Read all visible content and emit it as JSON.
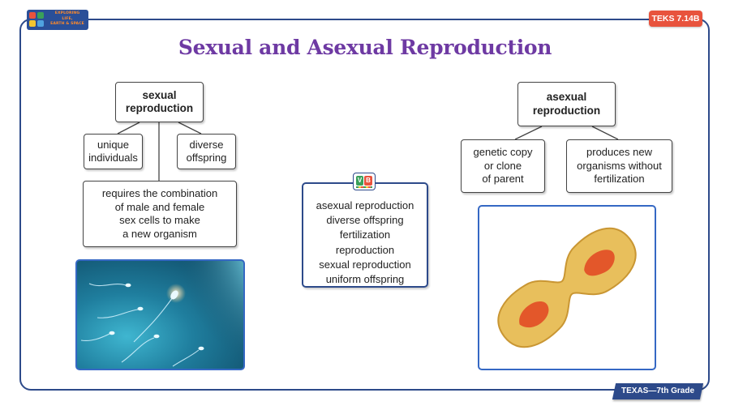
{
  "header": {
    "logo_text": "EXPLORING\nLIFE,\nEARTH & SPACE",
    "teks_badge": "TEKS 7.14B",
    "title": "Sexual and Asexual Reproduction"
  },
  "sexual": {
    "head": "sexual\nreproduction",
    "children": [
      "unique\nindividuals",
      "diverse\noffspring"
    ],
    "detail": "requires the combination\nof male and female\nsex cells to make\na new organism"
  },
  "asexual": {
    "head": "asexual\nreproduction",
    "children": [
      "genetic copy\nor clone\nof parent",
      "produces new\norganisms without\nfertilization"
    ]
  },
  "vocab": {
    "icon_letters": [
      "V",
      "B"
    ],
    "words": [
      "asexual reproduction",
      "diverse offspring",
      "fertilization",
      "reproduction",
      "sexual reproduction",
      "uniform offspring"
    ]
  },
  "footer": "TEXAS—7th Grade",
  "colors": {
    "frame": "#2d4a8a",
    "title": "#6e3aa3",
    "badge": "#e8533d",
    "photo_border": "#3568c4"
  }
}
